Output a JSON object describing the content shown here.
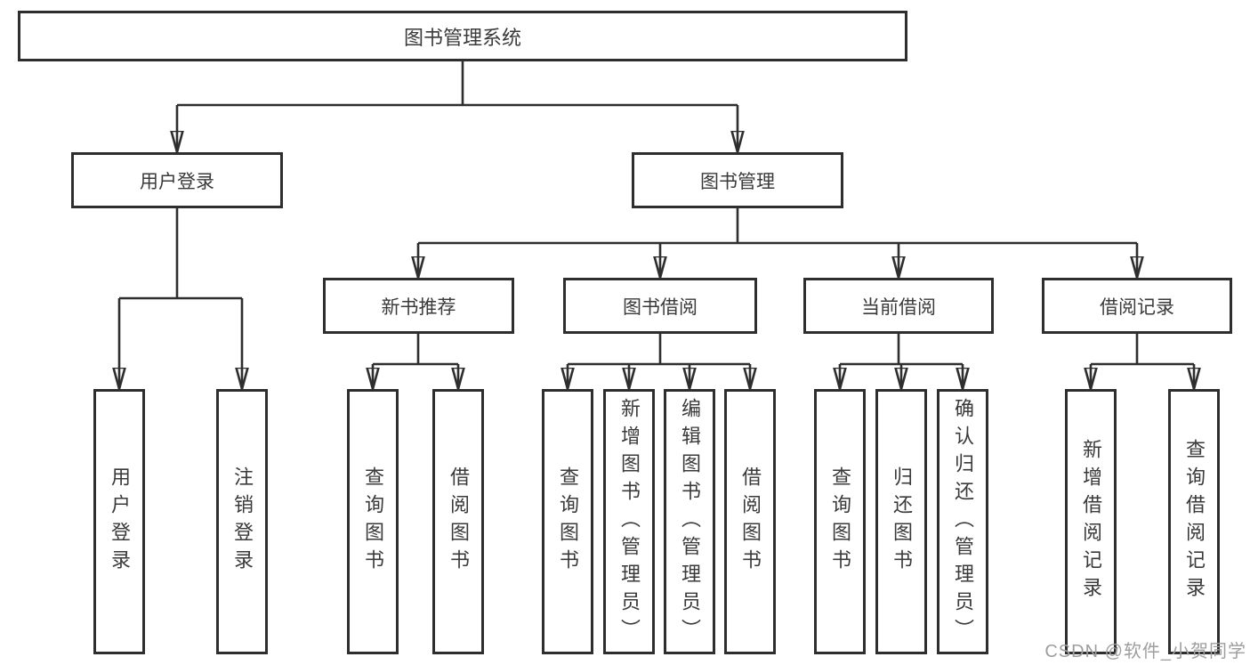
{
  "diagram_title": "图书管理系统",
  "watermark": "CSDN @软件_小贺同学",
  "colors": {
    "line": "#2e2e2e",
    "box_border": "#2e2e2e",
    "text": "#3a3a3a",
    "watermark_text": "#9e9e9e",
    "background": "#ffffff"
  },
  "tree": {
    "root": {
      "label": "图书管理系统",
      "children": [
        {
          "label": "用户登录",
          "children": [
            {
              "label": "用户登录"
            },
            {
              "label": "注销登录"
            }
          ]
        },
        {
          "label": "图书管理",
          "children": [
            {
              "label": "新书推荐",
              "children": [
                {
                  "label": "查询图书"
                },
                {
                  "label": "借阅图书"
                }
              ]
            },
            {
              "label": "图书借阅",
              "children": [
                {
                  "label": "查询图书"
                },
                {
                  "label": "新增图书（管理员）"
                },
                {
                  "label": "编辑图书（管理员）"
                },
                {
                  "label": "借阅图书"
                }
              ]
            },
            {
              "label": "当前借阅",
              "children": [
                {
                  "label": "查询图书"
                },
                {
                  "label": "归还图书"
                },
                {
                  "label": "确认归还（管理员）"
                }
              ]
            },
            {
              "label": "借阅记录",
              "children": [
                {
                  "label": "新增借阅记录"
                },
                {
                  "label": "查询借阅记录"
                }
              ]
            }
          ]
        }
      ]
    }
  }
}
